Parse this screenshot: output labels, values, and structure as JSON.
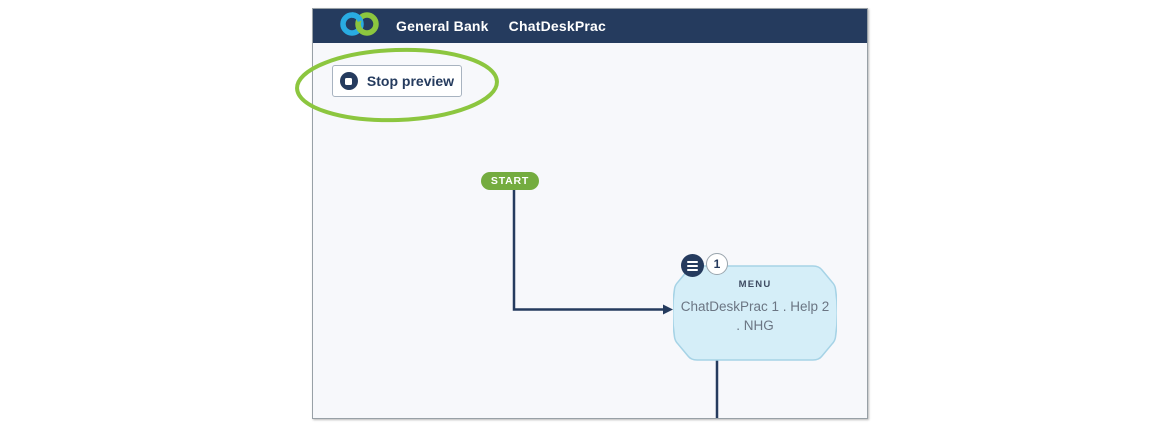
{
  "header": {
    "logo_icon": "interlocking-rings-logo",
    "brand": "General Bank",
    "app": "ChatDeskPrac"
  },
  "toolbar": {
    "stop_preview_label": "Stop preview",
    "stop_icon": "stop-icon"
  },
  "flow": {
    "start_label": "START",
    "menu_node": {
      "type_label": "MENU",
      "title": "ChatDeskPrac 1 . Help 2 . NHG",
      "badge_count": "1",
      "menu_icon": "hamburger-menu-icon"
    }
  },
  "annotation": {
    "shape": "green-ellipse-highlight"
  },
  "colors": {
    "header_navy": "#253b5e",
    "canvas_bg": "#f7f8fb",
    "start_green": "#74ac3f",
    "annotation_green": "#8cc63f",
    "logo_blue": "#29abe2",
    "logo_green": "#8cc63f",
    "node_fill": "#d5eef8",
    "node_border": "#a6d3e6",
    "connector_navy": "#253b5e",
    "body_text_gray": "#6b7583"
  }
}
